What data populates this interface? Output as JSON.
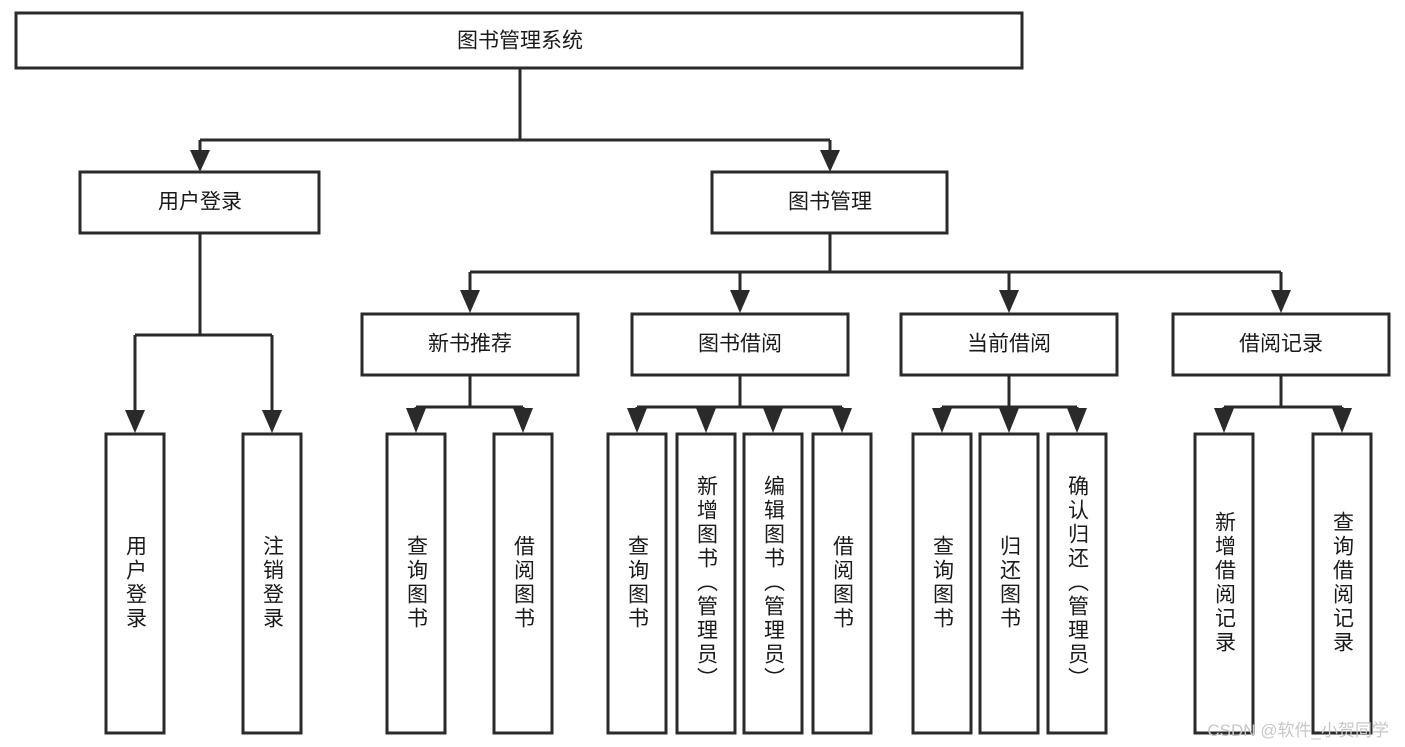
{
  "diagram": {
    "type": "tree",
    "title": "图书管理系统",
    "watermark": "CSDN @软件_小贺同学",
    "colors": {
      "stroke": "#2a2a2a",
      "fill": "#ffffff",
      "text": "#1a1a1a",
      "watermark": "#c7c7c7"
    },
    "levels": {
      "root": {
        "label": "图书管理系统"
      },
      "level2": [
        {
          "label": "用户登录"
        },
        {
          "label": "图书管理"
        }
      ],
      "level3": [
        {
          "label": "新书推荐"
        },
        {
          "label": "图书借阅"
        },
        {
          "label": "当前借阅"
        },
        {
          "label": "借阅记录"
        }
      ],
      "leaves": {
        "user_login": [
          "用户登录",
          "注销登录"
        ],
        "new_book": [
          "查询图书",
          "借阅图书"
        ],
        "book_borrow": [
          "查询图书",
          "新增图书（管理员）",
          "编辑图书（管理员）",
          "借阅图书"
        ],
        "current_borrow": [
          "查询图书",
          "归还图书",
          "确认归还（管理员）"
        ],
        "borrow_record": [
          "新增借阅记录",
          "查询借阅记录"
        ]
      }
    }
  }
}
